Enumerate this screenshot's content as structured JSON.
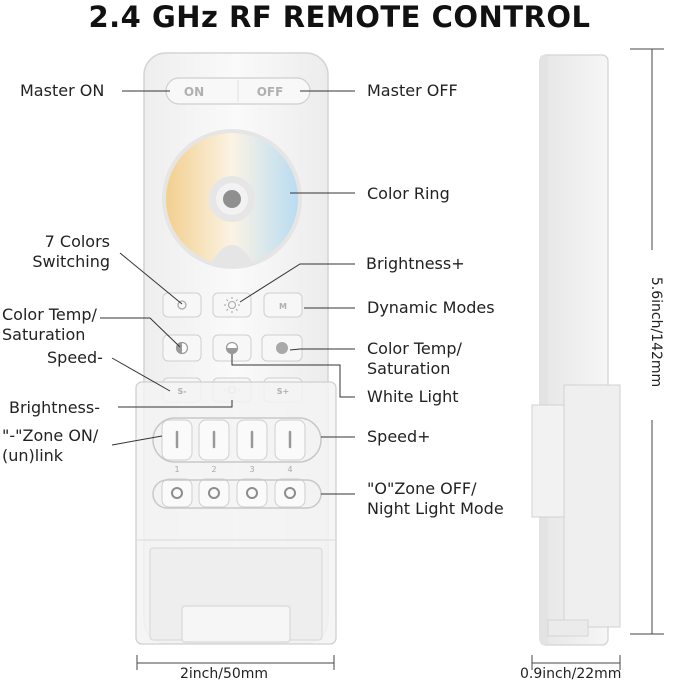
{
  "title": "2.4 GHz RF REMOTE CONTROL",
  "remote": {
    "on_label": "ON",
    "off_label": "OFF",
    "button_m": "M",
    "button_speed_minus": "S-",
    "button_speed_plus": "S+",
    "zones": [
      "1",
      "2",
      "3",
      "4"
    ]
  },
  "callouts": {
    "master_on": "Master ON",
    "master_off": "Master OFF",
    "color_ring": "Color Ring",
    "seven_colors": [
      "7 Colors",
      "Switching"
    ],
    "brightness_plus": "Brightness+",
    "color_temp_left": [
      "Color Temp/",
      "Saturation"
    ],
    "dynamic_modes": "Dynamic Modes",
    "speed_minus": "Speed-",
    "color_temp_right": [
      "Color Temp/",
      "Saturation"
    ],
    "white_light": "White Light",
    "brightness_minus": "Brightness-",
    "speed_plus": "Speed+",
    "zone_on": [
      "\"-\"Zone ON/",
      "(un)link"
    ],
    "zone_off": [
      "\"O\"Zone OFF/",
      "Night Light Mode"
    ]
  },
  "dimensions": {
    "width": "2inch/50mm",
    "depth": "0.9inch/22mm",
    "height": "5.6inch/142mm"
  },
  "colors": {
    "remote_body": "#f4f4f4",
    "outline": "#d9d9d9",
    "callout_line": "#333333",
    "highlight": "#c8c8c8"
  }
}
